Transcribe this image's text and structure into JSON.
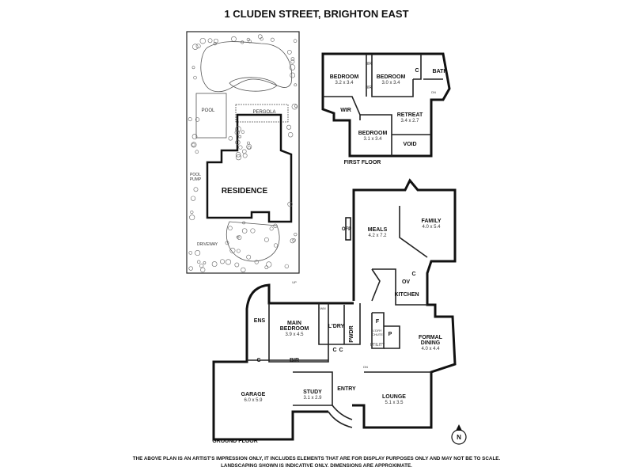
{
  "title": "1 CLUDEN STREET, BRIGHTON EAST",
  "site_plan": {
    "pool": "POOL",
    "pergola": "PERGOLA",
    "pool_pump_1": "POOL",
    "pool_pump_2": "PUMP",
    "residence": "RESIDENCE",
    "driveway": "DRIVEWAY"
  },
  "first_floor": {
    "label": "FIRST FLOOR",
    "bedroom1": {
      "name": "BEDROOM",
      "dims": "3.2 x 3.4"
    },
    "bedroom2": {
      "name": "BEDROOM",
      "dims": "3.0 x 3.4"
    },
    "bedroom3": {
      "name": "BEDROOM",
      "dims": "3.1 x 3.4"
    },
    "retreat": {
      "name": "RETREAT",
      "dims": "3.4 x 2.7"
    },
    "bir1": "BIR",
    "bir2": "BIR",
    "c": "C",
    "bath": "BATH",
    "wir": "WIR",
    "void": "VOID",
    "dn": "DN"
  },
  "ground_floor": {
    "label": "GROUND FLOOR",
    "ofp": "OFP",
    "meals": {
      "name": "MEALS",
      "dims": "4.2 x 7.2"
    },
    "family": {
      "name": "FAMILY",
      "dims": "4.0 x 5.4"
    },
    "c_kitchen": "C",
    "ov": "OV",
    "kitchen": "KITCHEN",
    "ens": "ENS",
    "main_bedroom": {
      "name1": "MAIN",
      "name2": "BEDROOM",
      "dims": "3.9 x 4.5"
    },
    "wm": "WM",
    "laundry": "L'DRY",
    "pwdr": "PWDR",
    "f": "F",
    "p": "P",
    "laundry_chute_1": "L'DRY",
    "laundry_chute_2": "CHUTE",
    "utility": "UTILITY",
    "formal_dining": {
      "name1": "FORMAL",
      "name2": "DINING",
      "dims": "4.0 x 4.4"
    },
    "c_ens": "C",
    "bir": "BIR",
    "c1": "C",
    "c2": "C",
    "garage": {
      "name": "GARAGE",
      "dims": "6.0 x 5.9"
    },
    "study": {
      "name": "STUDY",
      "dims": "3.1 x 2.9"
    },
    "entry": "ENTRY",
    "lounge": {
      "name": "LOUNGE",
      "dims": "5.1 x 3.5"
    },
    "up": "UP",
    "dn": "DN"
  },
  "north": "N",
  "disclaimer": [
    "THE ABOVE PLAN IS AN ARTIST'S IMPRESSION ONLY, IT INCLUDES ELEMENTS THAT ARE FOR DISPLAY PURPOSES ONLY AND MAY NOT BE TO SCALE.",
    "LANDSCAPING SHOWN IS INDICATIVE ONLY. DIMENSIONS ARE APPROXIMATE."
  ]
}
